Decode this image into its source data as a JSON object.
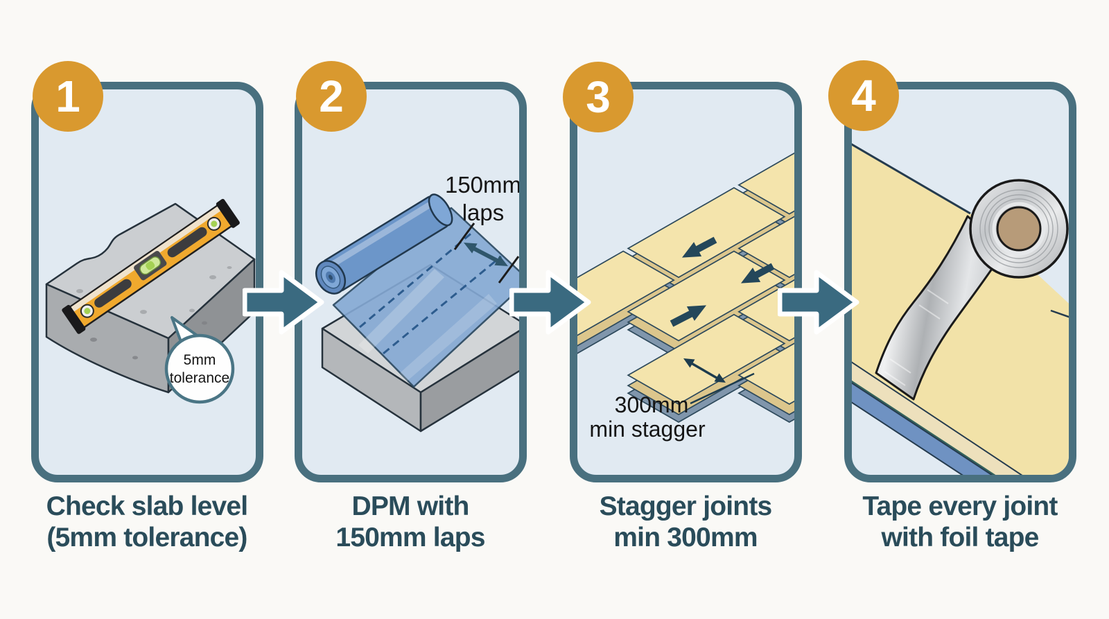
{
  "steps": [
    {
      "number": "1",
      "caption": {
        "line1": "Check slab level",
        "line2": "(5mm tolerance)"
      },
      "annotation": {
        "line1": "5mm",
        "line2": "tolerance"
      }
    },
    {
      "number": "2",
      "caption": {
        "line1": "DPM with",
        "line2": "150mm laps"
      },
      "annotation": {
        "line1": "150mm",
        "line2": "laps"
      }
    },
    {
      "number": "3",
      "caption": {
        "line1": "Stagger joints",
        "line2": "min 300mm"
      },
      "annotation": {
        "line1": "300mm",
        "line2": "min stagger"
      }
    },
    {
      "number": "4",
      "caption": {
        "line1": "Tape every joint",
        "line2": "with foil tape"
      }
    }
  ],
  "colors": {
    "badge_orange": "#D9992F",
    "panel_border_teal": "#49707F",
    "panel_fill_blue": "#E1EAF2",
    "caption_text": "#2A4C5A",
    "connector_arrow": "#3A6A80",
    "board_cream": "#F4E4AC",
    "board_side_tan": "#DCC68C",
    "board_bottom_blue": "#8096AC",
    "dpm_sheet_blue": "#85A9D4",
    "slab_grey": "#CBCED1",
    "level_yellow": "#F0A92E",
    "tape_silver": "#C7CACD",
    "annotation_text": "#151515",
    "bubble_border": "#4A7585",
    "diagram_arrow_dark": "#24475A"
  }
}
